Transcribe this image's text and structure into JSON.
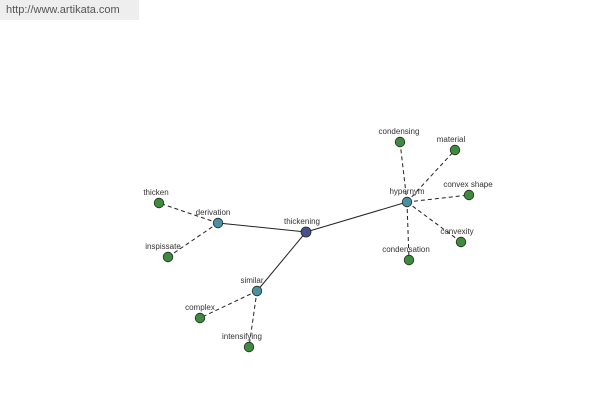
{
  "source_url": "http://www.artikata.com",
  "colors": {
    "background": "#ffffff",
    "edge": "#222222",
    "center_node": "#4a4f8e",
    "relation_node": "#4a90a0",
    "leaf_node": "#3f8a3f",
    "node_stroke": "#1e2d1e"
  },
  "center": {
    "label": "thickening"
  },
  "relations": [
    {
      "label": "derivation",
      "words": [
        "thicken",
        "inspissate"
      ]
    },
    {
      "label": "similar",
      "words": [
        "complex",
        "intensifying"
      ]
    },
    {
      "label": "hypernym",
      "words": [
        "condensing",
        "material",
        "convex shape",
        "convexity",
        "condensation"
      ]
    }
  ]
}
